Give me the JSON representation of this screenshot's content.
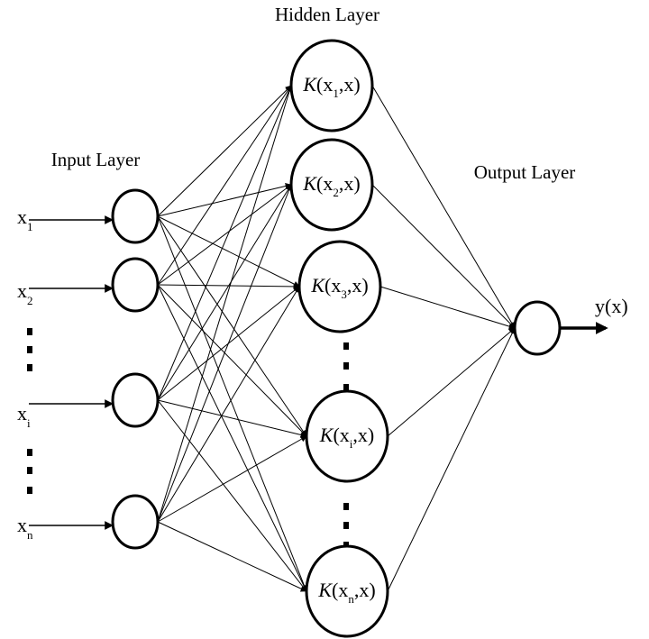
{
  "titles": {
    "input": "Input Layer",
    "hidden": "Hidden Layer",
    "output": "Output Layer"
  },
  "inputs": [
    {
      "base": "x",
      "sub": "1"
    },
    {
      "base": "x",
      "sub": "2"
    },
    {
      "base": "x",
      "sub": "i"
    },
    {
      "base": "x",
      "sub": "n"
    }
  ],
  "hidden": [
    {
      "func": "K",
      "open": "(",
      "base": "x",
      "sub": "1",
      "rest": ",x)"
    },
    {
      "func": "K",
      "open": "(",
      "base": "x",
      "sub": "2",
      "rest": ",x)"
    },
    {
      "func": "K",
      "open": "(",
      "base": "x",
      "sub": "3",
      "rest": ",x)"
    },
    {
      "func": "K",
      "open": "(",
      "base": "x",
      "sub": "i",
      "rest": ",x)"
    },
    {
      "func": "K",
      "open": "(",
      "base": "x",
      "sub": "n",
      "rest": ",x)"
    }
  ],
  "output": {
    "label": "y(x)"
  }
}
